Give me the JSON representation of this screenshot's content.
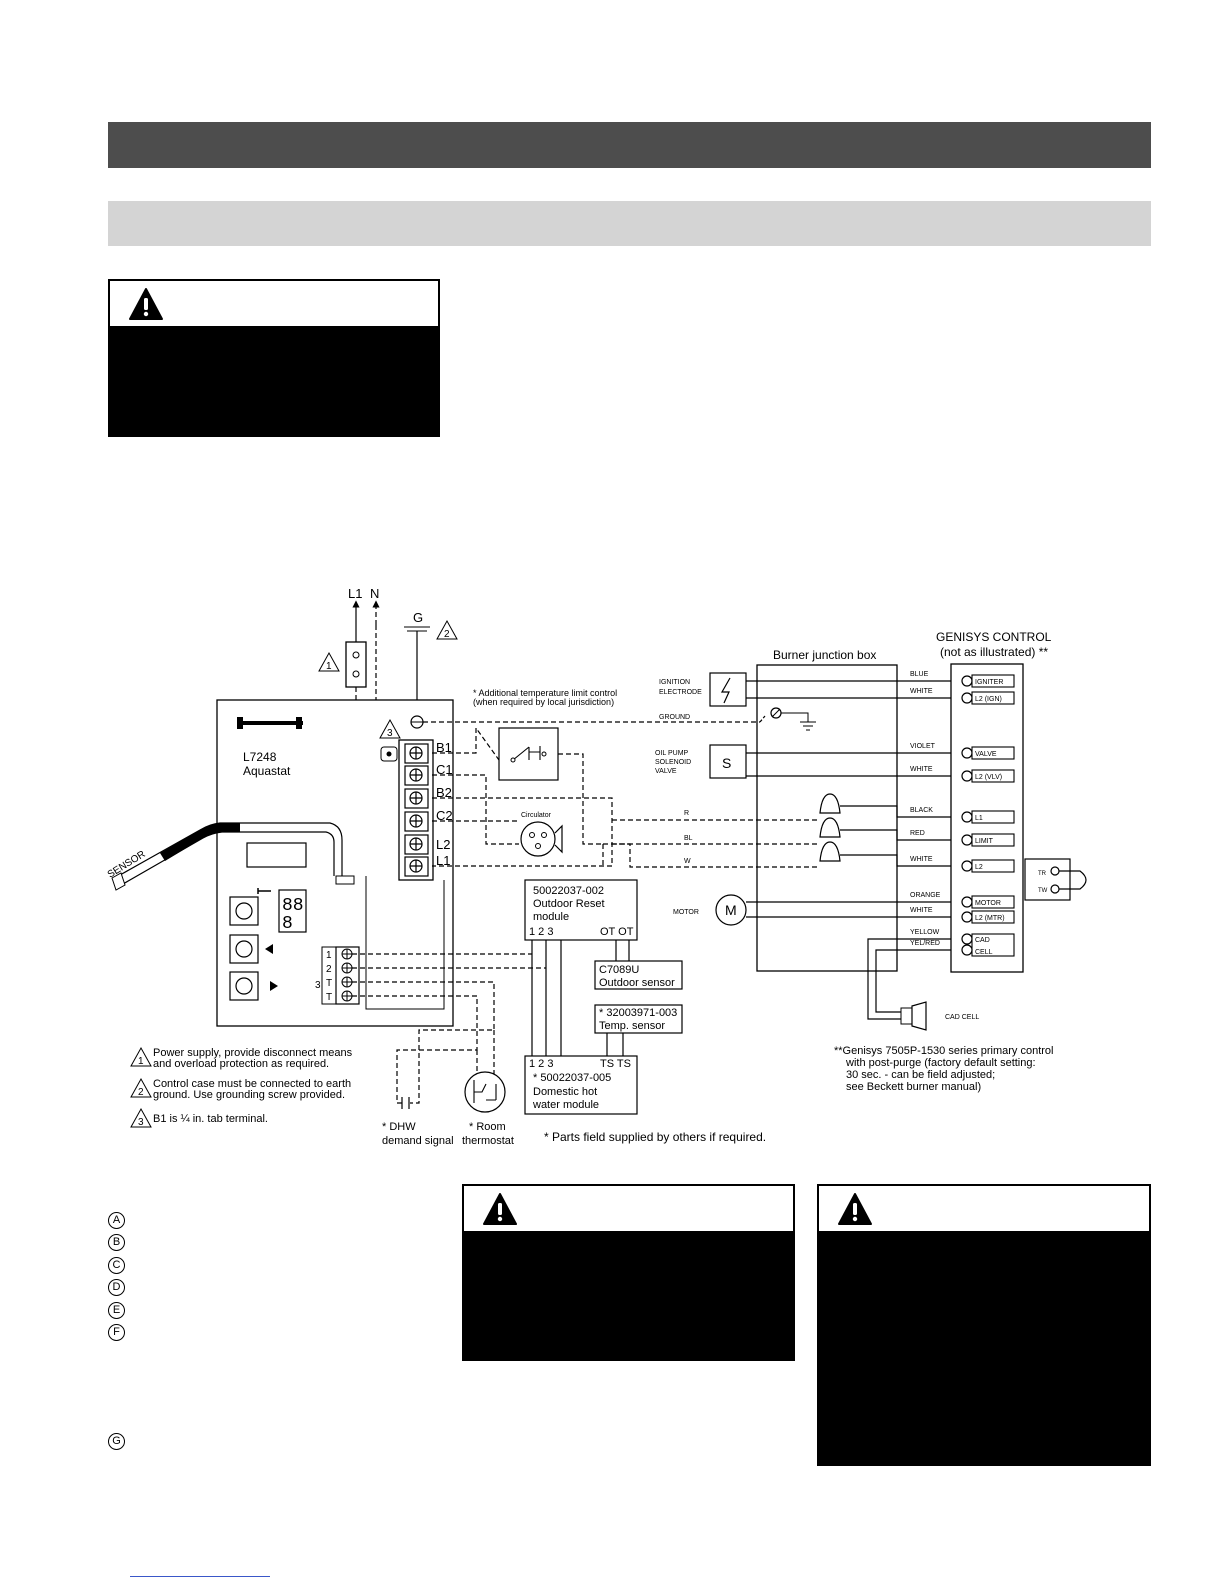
{
  "top": {
    "terminals_top": [
      "L1",
      "N"
    ],
    "ground_label": "G"
  },
  "aquastat": {
    "model": "L7248",
    "name": "Aquastat",
    "sensor_label": "SENSOR",
    "terminals": [
      "B1",
      "C1",
      "B2",
      "C2",
      "L2",
      "L1"
    ],
    "low_terminals": [
      "1",
      "2",
      "T",
      "T"
    ],
    "low_terminal_group": "3"
  },
  "limit_control": {
    "line1": "* Additional temperature limit control",
    "line2": "(when required by local jurisdiction)"
  },
  "circulator_label": "Circulator",
  "wire_labels": {
    "ground": "GROUND",
    "r": "R",
    "bl": "BL",
    "w": "W"
  },
  "burner_box": {
    "title": "Burner junction box",
    "ignition": [
      "IGNITION",
      "ELECTRODE"
    ],
    "oil_valve": [
      "OIL PUMP",
      "SOLENOID",
      "VALVE"
    ],
    "valve_symbol": "S",
    "motor_label": "MOTOR",
    "motor_symbol": "M"
  },
  "genisys": {
    "title_line1": "GENISYS CONTROL",
    "title_line2": "(not as illustrated) **",
    "wires": [
      {
        "color": "BLUE",
        "terminal": "IGNITER"
      },
      {
        "color": "WHITE",
        "terminal": "L2 (IGN)"
      },
      {
        "color": "VIOLET",
        "terminal": "VALVE"
      },
      {
        "color": "WHITE",
        "terminal": "L2 (VLV)"
      },
      {
        "color": "BLACK",
        "terminal": "L1"
      },
      {
        "color": "RED",
        "terminal": "LIMIT"
      },
      {
        "color": "WHITE",
        "terminal": "L2"
      },
      {
        "color": "ORANGE",
        "terminal": "MOTOR"
      },
      {
        "color": "WHITE",
        "terminal": "L2 (MTR)"
      },
      {
        "color": "YELLOW",
        "terminal": "CAD"
      },
      {
        "color": "YEL/RED",
        "terminal": "CELL"
      }
    ],
    "tt": [
      "TR",
      "TW"
    ],
    "cad_cell": "CAD CELL",
    "note": [
      "**Genisys 7505P-1530 series primary control",
      "with post-purge (factory default setting:",
      "30 sec. - can be field adjusted;",
      "see Beckett burner manual)"
    ]
  },
  "outdoor_reset": {
    "lines": [
      "50022037-002",
      "Outdoor Reset",
      "module"
    ],
    "terminals": "1  2  3",
    "ot": "OT OT"
  },
  "outdoor_sensor": {
    "lines": [
      "C7089U",
      "Outdoor sensor"
    ]
  },
  "temp_sensor": {
    "lines": [
      "* 32003971-003",
      "Temp. sensor"
    ]
  },
  "dhw_module": {
    "terminals": "1  2  3",
    "ts": "TS TS",
    "lines": [
      "* 50022037-005",
      "Domestic hot",
      "water module"
    ]
  },
  "dhw_signal": [
    "* DHW",
    "demand signal"
  ],
  "room_thermostat": [
    "* Room",
    "thermostat"
  ],
  "parts_note": "* Parts field supplied by others if required.",
  "notes": [
    {
      "num": "1",
      "lines": [
        "Power supply, provide disconnect means",
        "and overload protection as required."
      ]
    },
    {
      "num": "2",
      "lines": [
        "Control case must be connected to earth",
        "ground. Use grounding screw provided."
      ]
    },
    {
      "num": "3",
      "lines": [
        "B1 is ¼ in. tab terminal."
      ]
    }
  ],
  "circle_letters": [
    "A",
    "B",
    "C",
    "D",
    "E",
    "F",
    "G"
  ],
  "icons": [
    "warning-icon"
  ]
}
